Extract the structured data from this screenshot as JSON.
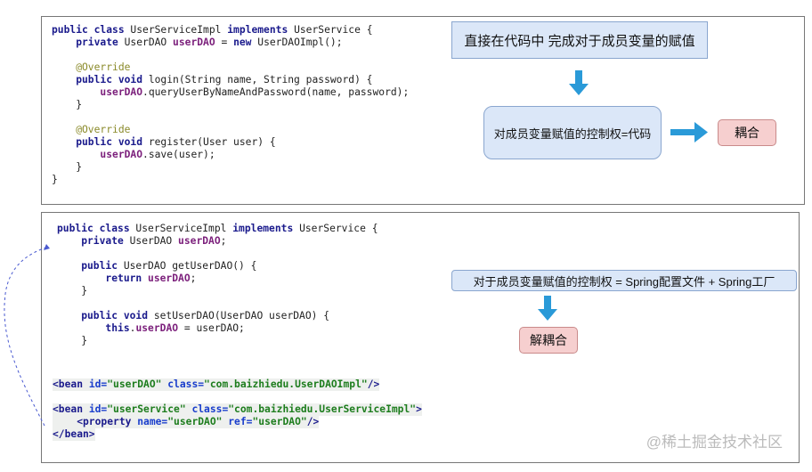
{
  "top_code": [
    [
      [
        "public class ",
        "kw"
      ],
      [
        "UserServiceImpl ",
        ""
      ],
      [
        "implements ",
        "kw"
      ],
      [
        "UserService {",
        ""
      ]
    ],
    [
      [
        "    private ",
        "kw"
      ],
      [
        "UserDAO ",
        ""
      ],
      [
        "userDAO",
        "fld"
      ],
      [
        " = ",
        ""
      ],
      [
        "new ",
        "kw"
      ],
      [
        "UserDAOImpl();",
        ""
      ]
    ],
    [],
    [
      [
        "    @Override",
        "ann"
      ]
    ],
    [
      [
        "    public void ",
        "kw"
      ],
      [
        "login(String name, String password) {",
        ""
      ]
    ],
    [
      [
        "        userDAO",
        "fld"
      ],
      [
        ".queryUserByNameAndPassword(name, password);",
        ""
      ]
    ],
    [
      [
        "    }",
        ""
      ]
    ],
    [],
    [
      [
        "    @Override",
        "ann"
      ]
    ],
    [
      [
        "    public void ",
        "kw"
      ],
      [
        "register(User user) {",
        ""
      ]
    ],
    [
      [
        "        userDAO",
        "fld"
      ],
      [
        ".save(user);",
        ""
      ]
    ],
    [
      [
        "    }",
        ""
      ]
    ],
    [
      [
        "}",
        ""
      ]
    ]
  ],
  "bottom_code": [
    [
      [
        "public class ",
        "kw"
      ],
      [
        "UserServiceImpl ",
        ""
      ],
      [
        "implements ",
        "kw"
      ],
      [
        "UserService {",
        ""
      ]
    ],
    [
      [
        "    private ",
        "kw"
      ],
      [
        "UserDAO ",
        ""
      ],
      [
        "userDAO",
        "fld"
      ],
      [
        ";",
        ""
      ]
    ],
    [],
    [
      [
        "    public ",
        "kw"
      ],
      [
        "UserDAO getUserDAO() {",
        ""
      ]
    ],
    [
      [
        "        return ",
        "kw"
      ],
      [
        "userDAO",
        "fld"
      ],
      [
        ";",
        ""
      ]
    ],
    [
      [
        "    }",
        ""
      ]
    ],
    [],
    [
      [
        "    public void ",
        "kw"
      ],
      [
        "setUserDAO(UserDAO userDAO) {",
        ""
      ]
    ],
    [
      [
        "        this",
        "kw"
      ],
      [
        ".",
        ""
      ],
      [
        "userDAO",
        "fld"
      ],
      [
        " = userDAO;",
        ""
      ]
    ],
    [
      [
        "    }",
        ""
      ]
    ]
  ],
  "xml_code": [
    [
      [
        "<bean ",
        "tag"
      ],
      [
        "id=",
        "attr"
      ],
      [
        "\"userDAO\" ",
        "str"
      ],
      [
        "class=",
        "attr"
      ],
      [
        "\"com.baizhiedu.UserDAOImpl\"",
        "str"
      ],
      [
        "/>",
        "tag"
      ]
    ],
    [],
    [
      [
        "<bean ",
        "tag"
      ],
      [
        "id=",
        "attr"
      ],
      [
        "\"userService\" ",
        "str"
      ],
      [
        "class=",
        "attr"
      ],
      [
        "\"com.baizhiedu.UserServiceImpl\"",
        "str"
      ],
      [
        ">",
        "tag"
      ]
    ],
    [
      [
        "    <property ",
        "tag"
      ],
      [
        "name=",
        "attr"
      ],
      [
        "\"userDAO\" ",
        "str"
      ],
      [
        "ref=",
        "attr"
      ],
      [
        "\"userDAO\"",
        "str"
      ],
      [
        "/>",
        "tag"
      ]
    ],
    [
      [
        "</bean>",
        "tag"
      ]
    ]
  ],
  "top_diagram": {
    "direct_assign": "直接在代码中 完成对于成员变量的赋值",
    "control_code": "对成员变量赋值的控制权=代码",
    "coupling": "耦合"
  },
  "bottom_diagram": {
    "control_spring": "对于成员变量赋值的控制权  = Spring配置文件 + Spring工厂",
    "decoupling": "解耦合"
  },
  "watermark": "@稀土掘金技术社区",
  "colors": {
    "arrow": "#2a9ad8",
    "blue_box": "#dbe7f8",
    "red_box": "#f6cfcf"
  }
}
